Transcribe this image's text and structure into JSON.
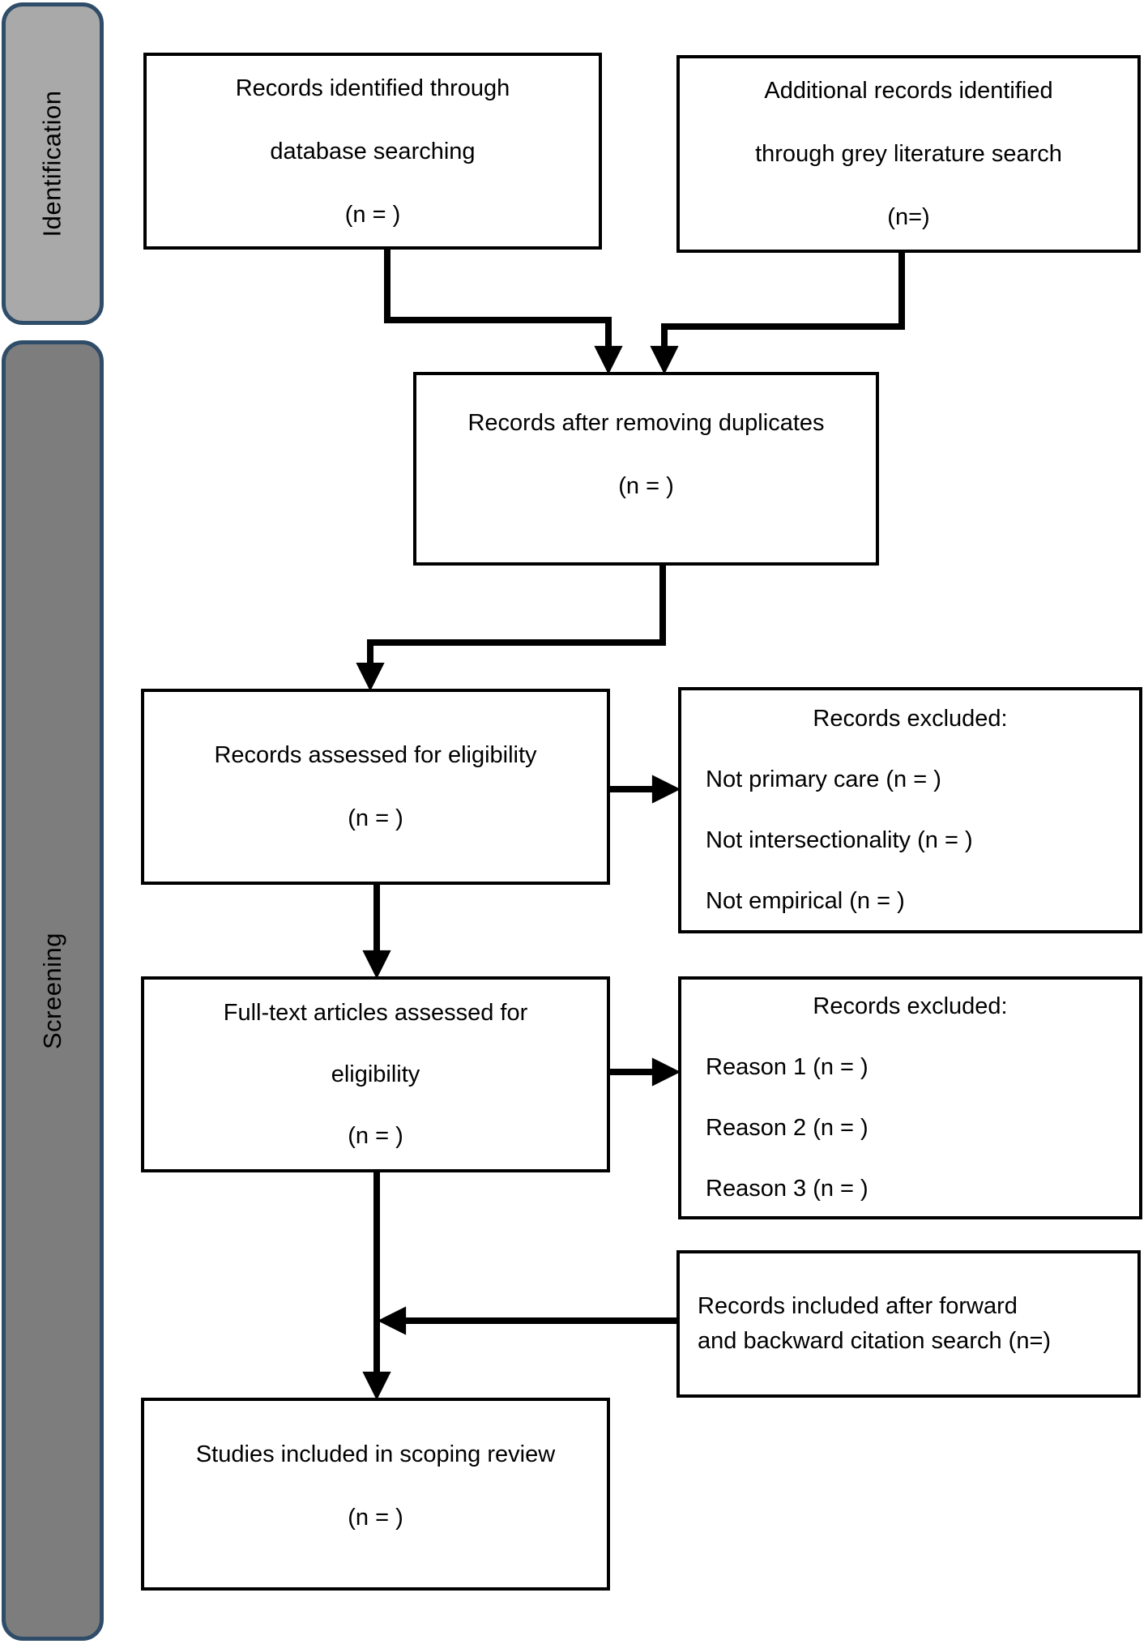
{
  "stages": [
    {
      "label": "Identification"
    },
    {
      "label": "Screening"
    }
  ],
  "boxes": {
    "records_identified": {
      "lines": [
        "Records identified through",
        "database searching",
        "(n = )"
      ]
    },
    "additional_records": {
      "lines": [
        "Additional records identified",
        "through grey literature search",
        "(n=)"
      ]
    },
    "duplicates_removed": {
      "lines": [
        "Records after removing duplicates",
        "(n = )"
      ]
    },
    "records_assessed": {
      "lines": [
        "Records assessed for eligibility",
        "(n = )"
      ]
    },
    "records_excluded_screening": {
      "heading": "Records excluded:",
      "items": [
        "Not primary care (n = )",
        "Not intersectionality (n = )",
        "Not empirical (n = )"
      ]
    },
    "full_text_assessed": {
      "lines": [
        "Full-text articles assessed for",
        "eligibility",
        "(n = )"
      ]
    },
    "records_excluded_fulltext": {
      "heading": "Records excluded:",
      "items": [
        "Reason 1 (n = )",
        "Reason 2 (n = )",
        "Reason 3 (n = )"
      ]
    },
    "citation_search": {
      "lines": [
        "Records included after forward",
        "and backward citation search (n=)"
      ]
    },
    "studies_included": {
      "lines": [
        "Studies included in scoping review",
        "(n = )"
      ]
    }
  },
  "colors": {
    "background": "#ffffff",
    "identification_tab_fill": "#a9a9a9",
    "screening_tab_fill": "#7d7d7d",
    "tab_border": "#2f4d68",
    "box_border": "#000000",
    "arrow": "#000000",
    "text": "#000000"
  }
}
